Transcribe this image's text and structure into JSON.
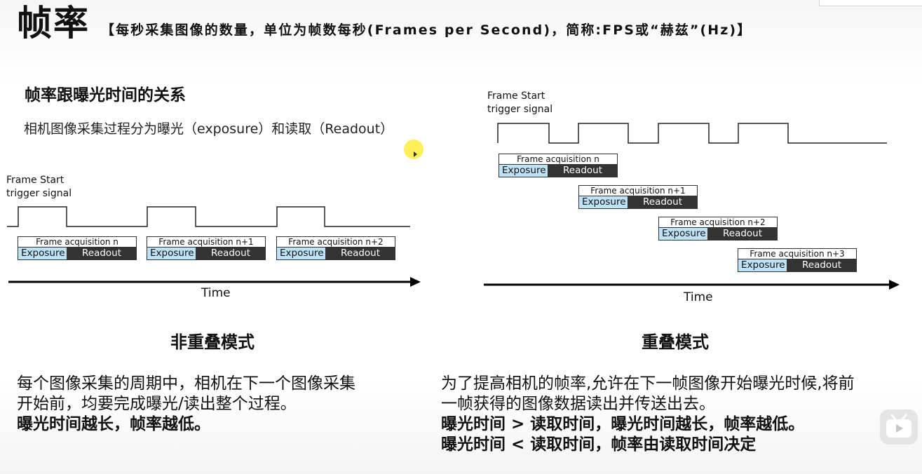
{
  "header": {
    "title": "帧率",
    "subtitle": "【每秒采集图像的数量，单位为帧数每秒(Frames per Second)，简称:FPS或“赫兹”(Hz)】"
  },
  "section": {
    "title": "帧率跟曝光时间的关系",
    "description": "相机图像采集过程分为曝光（exposure）和读取（Readout）"
  },
  "diagram_left": {
    "trigger_label_line1": "Frame Start",
    "trigger_label_line2": "trigger signal",
    "acquisitions": [
      {
        "label": "Frame acquisition n",
        "exposure": "Exposure",
        "readout": "Readout"
      },
      {
        "label": "Frame acquisition n+1",
        "exposure": "Exposure",
        "readout": "Readout"
      },
      {
        "label": "Frame acquisition n+2",
        "exposure": "Exposure",
        "readout": "Readout"
      }
    ],
    "time_label": "Time",
    "mode_title": "非重叠模式"
  },
  "diagram_right": {
    "trigger_label_line1": "Frame Start",
    "trigger_label_line2": "trigger signal",
    "acquisitions": [
      {
        "label": "Frame acquisition n",
        "exposure": "Exposure",
        "readout": "Readout"
      },
      {
        "label": "Frame acquisition n+1",
        "exposure": "Exposure",
        "readout": "Readout"
      },
      {
        "label": "Frame acquisition n+2",
        "exposure": "Exposure",
        "readout": "Readout"
      },
      {
        "label": "Frame acquisition n+3",
        "exposure": "Exposure",
        "readout": "Readout"
      }
    ],
    "time_label": "Time",
    "mode_title": "重叠模式"
  },
  "left_text": {
    "line1": "每个图像采集的周期中，相机在下一个图像采集",
    "line2": "开始前，均要完成曝光/读出整个过程。",
    "line3": "曝光时间越长，帧率越低。"
  },
  "right_text": {
    "line1": "为了提高相机的帧率,允许在下一帧图像开始曝光时候,将前",
    "line2": "一帧获得的图像数据读出并传送出去。",
    "line3": "曝光时间 > 读取时间，曝光时间越长，帧率越低。",
    "line4": "曝光时间 < 读取时间，帧率由读取时间决定"
  },
  "colors": {
    "exposure": "#bfe3f6",
    "readout": "#333333",
    "pointer": "#ffec3c"
  },
  "icons": {
    "pointer": "cursor-highlight-icon",
    "player_logo": "bilibili-tv-icon"
  }
}
